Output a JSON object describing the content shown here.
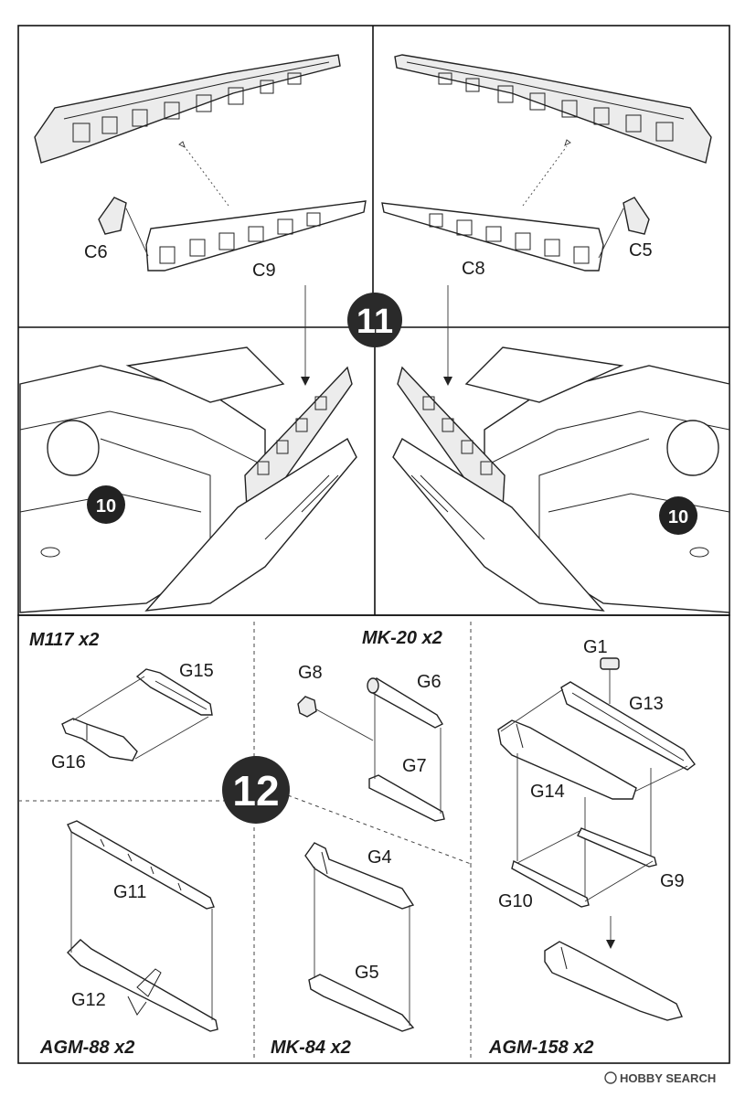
{
  "step11": {
    "number": "11"
  },
  "step10_ref": {
    "number": "10"
  },
  "step12": {
    "number": "12"
  },
  "parts_step11": {
    "c6": "C6",
    "c9": "C9",
    "c8": "C8",
    "c5": "C5"
  },
  "groups": {
    "m117": {
      "title": "M117 x2",
      "parts": [
        "G15",
        "G16"
      ]
    },
    "mk20": {
      "title": "MK-20 x2",
      "parts": [
        "G8",
        "G6",
        "G7"
      ]
    },
    "agm158": {
      "title": "AGM-158 x2",
      "parts": [
        "G1",
        "G13",
        "G14",
        "G9",
        "G10"
      ]
    },
    "agm88": {
      "title": "AGM-88 x2",
      "parts": [
        "G11",
        "G12"
      ]
    },
    "mk84": {
      "title": "MK-84 x2",
      "parts": [
        "G4",
        "G5"
      ]
    }
  },
  "watermark": "HOBBY SEARCH",
  "colors": {
    "ink": "#1a1a1a",
    "badge": "#2a2a2a",
    "paper": "#ffffff"
  }
}
